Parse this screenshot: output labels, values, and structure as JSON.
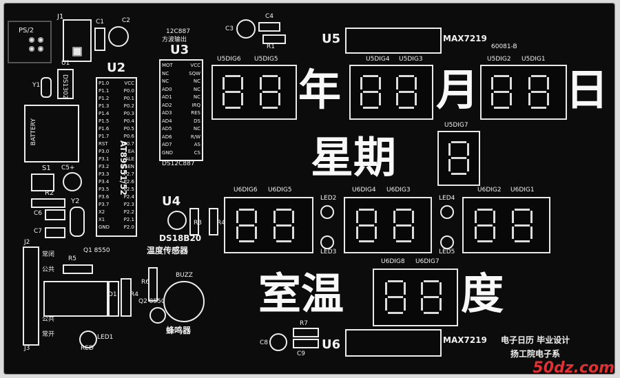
{
  "board": {
    "labels": {
      "ps2": "PS/2",
      "j1": "J1",
      "c1": "C1",
      "c2": "C2",
      "y1": "Y1",
      "u1": "U1",
      "ds1302": "DS1302",
      "battery": "BATTERY",
      "s1": "S1",
      "c5": "C5+",
      "r2": "R2",
      "y2": "Y2",
      "c6": "C6",
      "c7": "C7",
      "j2": "J2",
      "j3": "J3",
      "r5": "R5",
      "q1": "Q1 8550",
      "r6": "R6",
      "r4b": "R4",
      "q2": "Q2 8550",
      "d1": "D1",
      "led1": "LED1",
      "red": "RED",
      "changbi": "常闭",
      "gonggong1": "公共",
      "gonggong2": "公共",
      "changkai": "常开",
      "u2": "U2",
      "at89": "AT89S51/52",
      "u3": "U3",
      "ds12c887": "DS12C887",
      "c12887": "12C887",
      "fangbo": "方波输出",
      "c3": "C3",
      "c4": "C4",
      "r1": "R1",
      "u4": "U4",
      "ds18b20": "DS18B20",
      "wendu": "温度传感器",
      "r3": "R3",
      "r4": "R4",
      "buzz": "BUZZ",
      "fengming": "蜂鸣器",
      "u5": "U5",
      "max7219a": "MAX7219",
      "code": "60081-B",
      "u6": "U6",
      "max7219b": "MAX7219",
      "c8": "C8",
      "c9": "C9",
      "r7": "R7",
      "led2": "LED2",
      "led3": "LED3",
      "led4": "LED4",
      "led5": "LED5",
      "footer1": "电子日历  毕业设计",
      "footer2": "扬工院电子系"
    },
    "digit_labels": {
      "u5dig6": "U5DIG6",
      "u5dig5": "U5DIG5",
      "u5dig4": "U5DIG4",
      "u5dig3": "U5DIG3",
      "u5dig2": "U5DIG2",
      "u5dig1": "U5DIG1",
      "u5dig7": "U5DIG7",
      "u6dig6": "U6DIG6",
      "u6dig5": "U6DIG5",
      "u6dig4": "U6DIG4",
      "u6dig3": "U6DIG3",
      "u6dig2": "U6DIG2",
      "u6dig1": "U6DIG1",
      "u6dig8": "U6DIG8",
      "u6dig7": "U6DIG7"
    },
    "big_chars": {
      "year": "年",
      "month": "月",
      "day": "日",
      "xingqi": "星期",
      "shiwen": "室温",
      "du": "度"
    },
    "u2_left_pins": [
      "P1.0",
      "P1.1",
      "P1.2",
      "P1.3",
      "P1.4",
      "P1.5",
      "P1.6",
      "P1.7",
      "RST",
      "P3.0",
      "P3.1",
      "P3.2",
      "P3.3",
      "P3.4",
      "P3.5",
      "P3.6",
      "P3.7",
      "X2",
      "X1",
      "GND"
    ],
    "u2_right_pins": [
      "VCC",
      "P0.0",
      "P0.1",
      "P0.2",
      "P0.3",
      "P0.4",
      "P0.5",
      "P0.6",
      "P0.7",
      "EA",
      "ALE",
      "PSEN",
      "P2.7",
      "P2.6",
      "P2.5",
      "P2.4",
      "P2.3",
      "P2.2",
      "P2.1",
      "P2.0"
    ],
    "u3_left_pins": [
      "MOT",
      "NC",
      "NC",
      "AD0",
      "AD1",
      "AD2",
      "AD3",
      "AD4",
      "AD5",
      "AD6",
      "AD7",
      "GND"
    ],
    "u3_right_pins": [
      "VCC",
      "SQW",
      "NC",
      "NC",
      "NC",
      "IRQ",
      "RES",
      "DS",
      "NC",
      "R/W",
      "AS",
      "CS"
    ],
    "watermark": "50dz.com"
  }
}
